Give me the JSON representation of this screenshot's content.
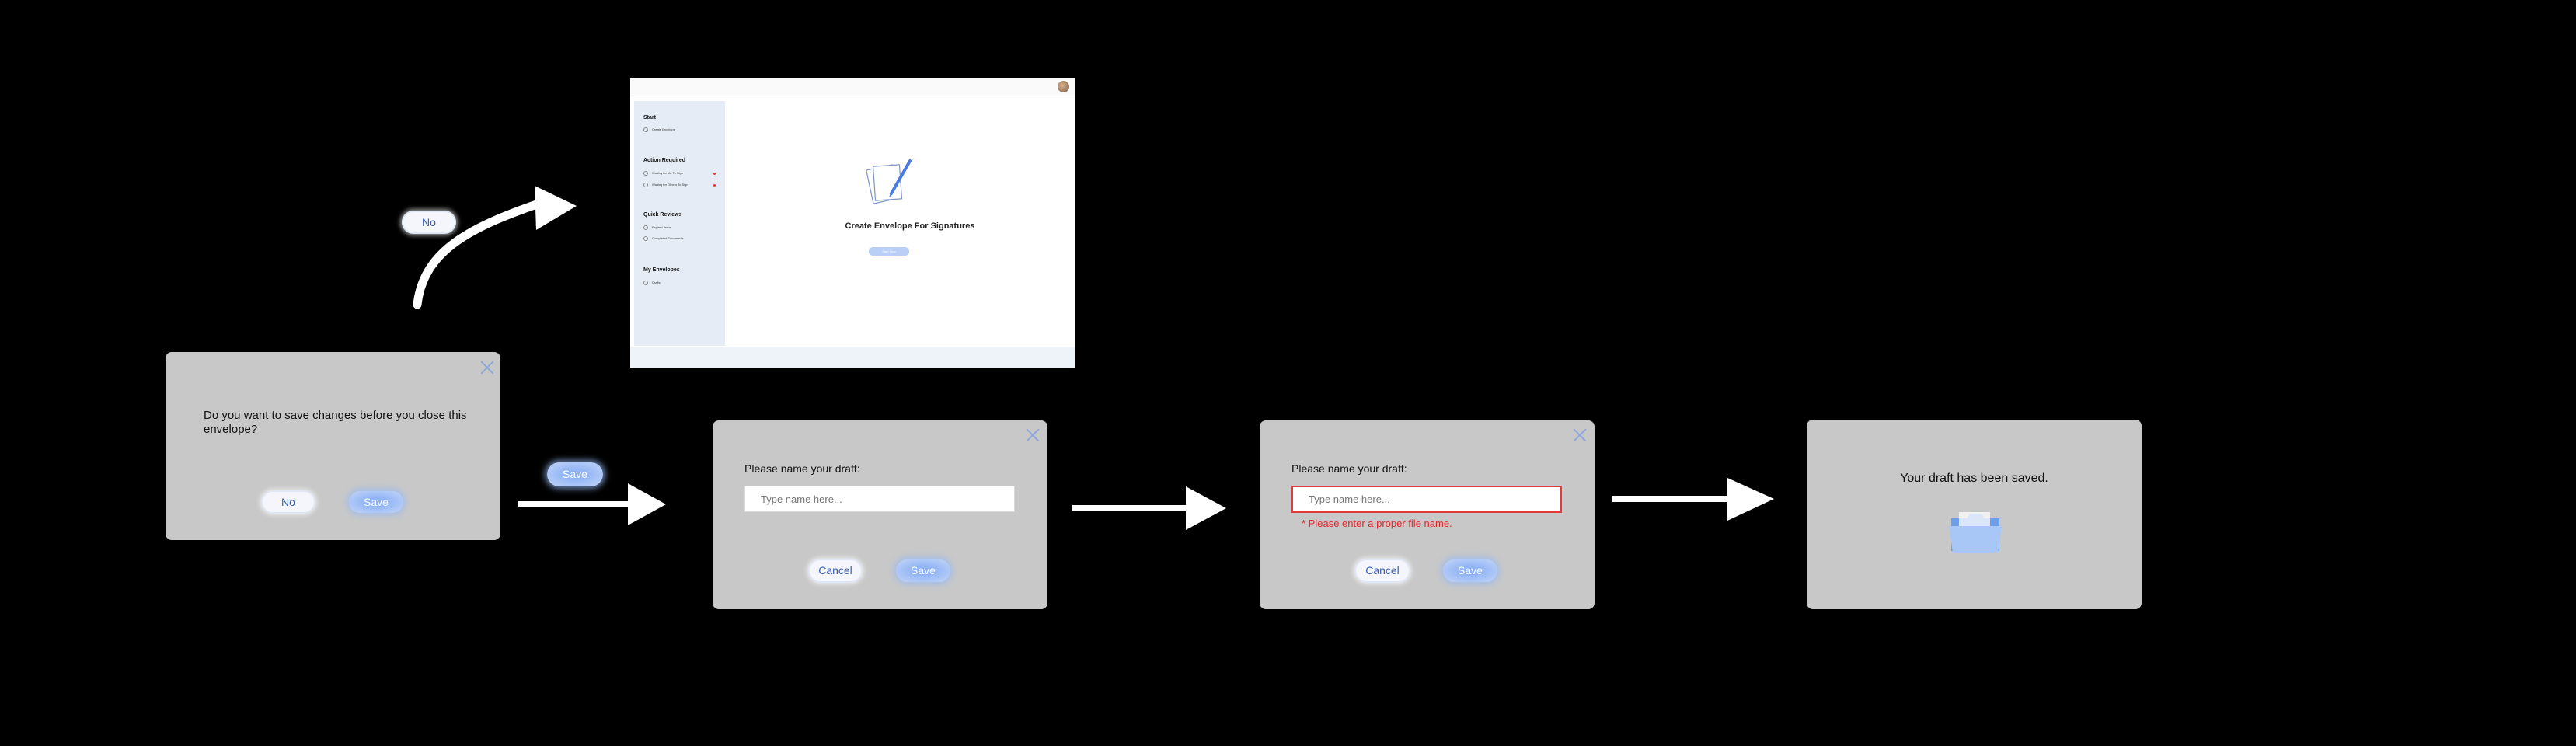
{
  "dialog_close_changes": {
    "question": "Do you want to save changes before you close this envelope?",
    "no_label": "No",
    "save_label": "Save"
  },
  "flow_labels": {
    "no_label": "No",
    "save_label": "Save"
  },
  "envelope_screen": {
    "sidebar": {
      "sections": [
        {
          "title": "Start",
          "items": [
            "Create Envelope"
          ]
        },
        {
          "title": "Action Required",
          "items": [
            "Waiting for Me To Sign",
            "Waiting for Others To Sign"
          ]
        },
        {
          "title": "Quick Reviews",
          "items": [
            "Expired Items",
            "Completed Documents"
          ]
        },
        {
          "title": "My Envelopes",
          "items": [
            "Drafts"
          ]
        }
      ]
    },
    "title": "Create Envelope For Signatures",
    "start_label": "Start Now"
  },
  "dialog_name_draft": {
    "prompt": "Please name your draft:",
    "placeholder": "Type name here...",
    "cancel_label": "Cancel",
    "save_label": "Save"
  },
  "dialog_name_draft_error": {
    "prompt": "Please name your draft:",
    "placeholder": "Type name here...",
    "error": "* Please enter a proper file name.",
    "cancel_label": "Cancel",
    "save_label": "Save"
  },
  "dialog_saved": {
    "message": "Your draft has been saved.",
    "icon": "folder-icon"
  },
  "colors": {
    "background": "#000000",
    "dialog": "#c8c8c8",
    "accent": "#7fa8f4",
    "error": "#e02a2a"
  }
}
